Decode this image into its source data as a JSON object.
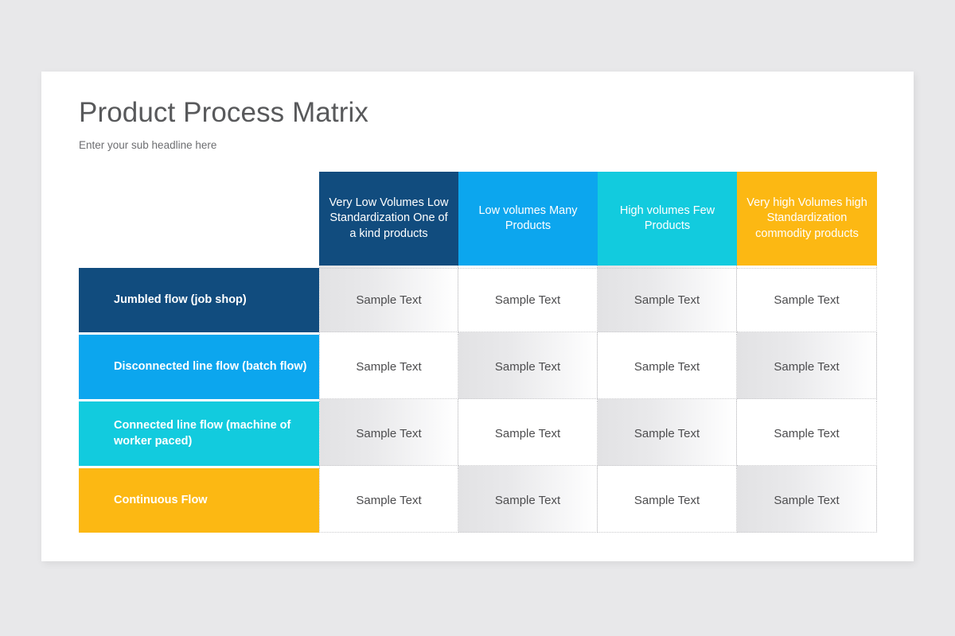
{
  "slide": {
    "title": "Product Process Matrix",
    "subtitle": "Enter your sub headline here"
  },
  "colors": {
    "navy": "#114C7E",
    "azure": "#0CA6EE",
    "cyan": "#12CBDE",
    "amber": "#FCB813",
    "slide_background": "#E8E8EA",
    "card_background": "#FFFFFF",
    "title_text": "#58595B",
    "subtitle_text": "#6D6E71",
    "cell_text": "#4D4D4F",
    "grid_line": "#C9C9CC"
  },
  "matrix": {
    "corner_label": "",
    "column_headers": [
      {
        "label": "Very Low Volumes Low Standardization One of a kind products",
        "color": "#114C7E"
      },
      {
        "label": "Low volumes Many Products",
        "color": "#0CA6EE"
      },
      {
        "label": "High volumes Few Products",
        "color": "#0CA6EE"
      },
      {
        "label": "Very high Volumes high Standardization commodity products",
        "color": "#FCB813"
      }
    ],
    "row_headers": [
      {
        "label": "Jumbled flow (job shop)",
        "color": "#114C7E"
      },
      {
        "label": "Disconnected line flow (batch flow)",
        "color": "#0CA6EE"
      },
      {
        "label": "Connected line flow (machine of worker paced)",
        "color": "#12CBDE"
      },
      {
        "label": "Continuous Flow",
        "color": "#FCB813"
      }
    ],
    "cells": [
      [
        "Sample Text",
        "Sample Text",
        "Sample Text",
        "Sample Text"
      ],
      [
        "Sample Text",
        "Sample Text",
        "Sample Text",
        "Sample Text"
      ],
      [
        "Sample Text",
        "Sample Text",
        "Sample Text",
        "Sample Text"
      ],
      [
        "Sample Text",
        "Sample Text",
        "Sample Text",
        "Sample Text"
      ]
    ]
  }
}
